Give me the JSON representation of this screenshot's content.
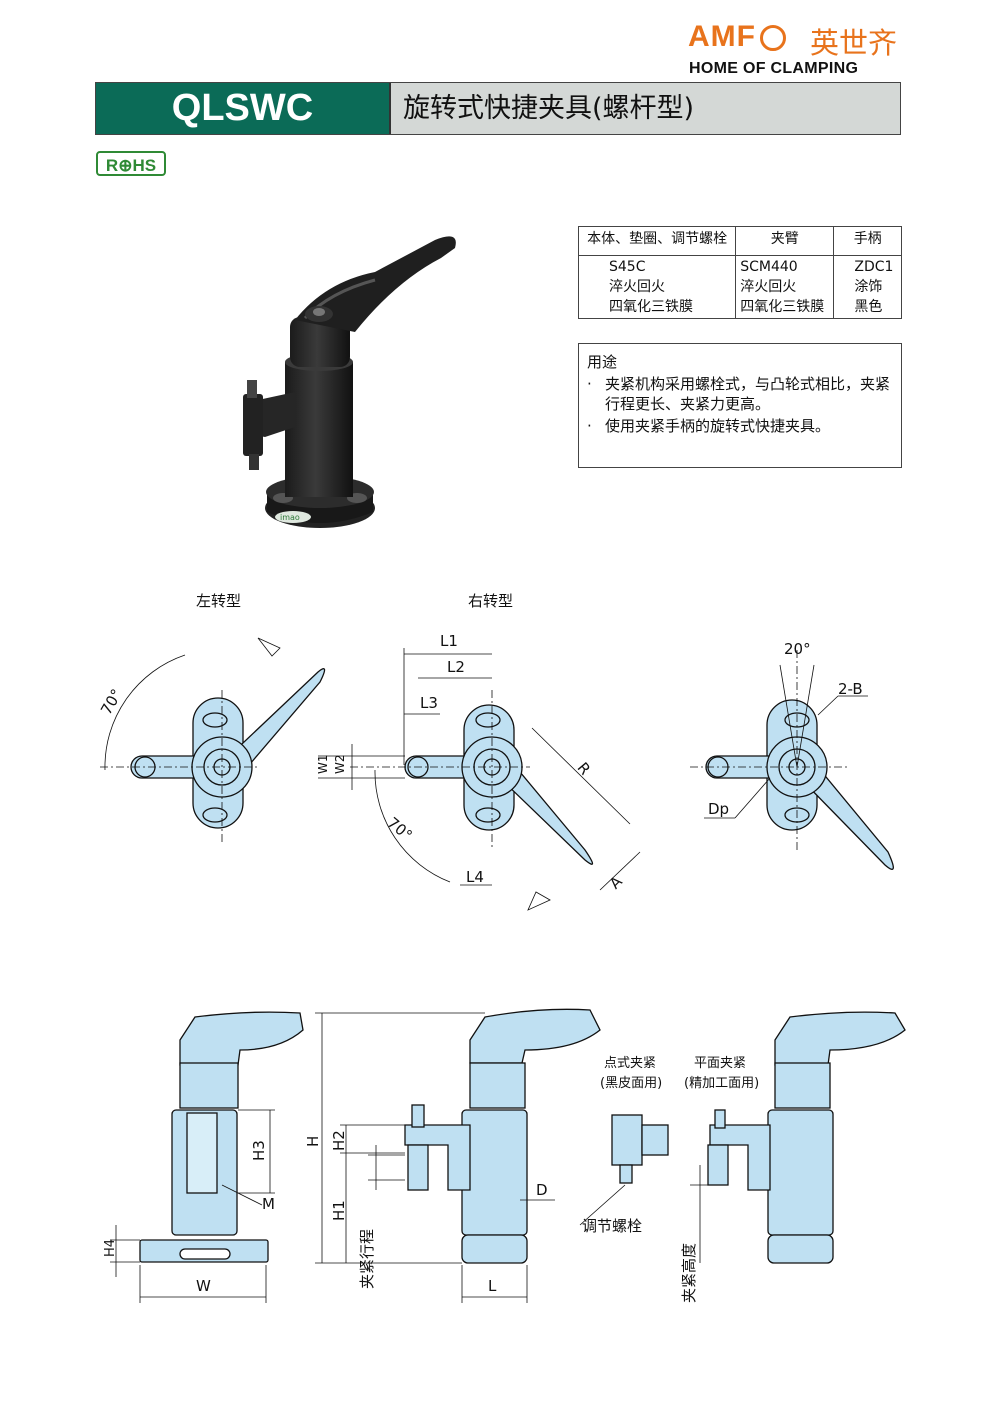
{
  "header": {
    "logo_text": "AMF",
    "logo_cn": "英世齐",
    "tagline": "HOME OF CLAMPING",
    "model": "QLSWC",
    "product_name": "旋转式快捷夹具(螺杆型)",
    "rohs": "R⊕HS"
  },
  "materials": {
    "headers": [
      "本体、垫圈、调节螺栓",
      "夹臂",
      "手柄"
    ],
    "cells": [
      [
        "S45C",
        "SCM440",
        "ZDC1"
      ],
      [
        "淬火回火",
        "淬火回火",
        "涂饰"
      ],
      [
        "四氧化三铁膜",
        "四氧化三铁膜",
        "黑色"
      ]
    ]
  },
  "usage": {
    "title": "用途",
    "items": [
      "夹紧机构采用螺栓式，与凸轮式相比，夹紧行程更长、夹紧力更高。",
      "使用夹紧手柄的旋转式快捷夹具。"
    ]
  },
  "photo": {
    "badge": "imao"
  },
  "top_views": {
    "left_label": "左转型",
    "right_label": "右转型",
    "angle_70": "70°",
    "angle_20": "20°",
    "dims": [
      "L1",
      "L2",
      "L3",
      "L4",
      "W1",
      "W2",
      "R",
      "A",
      "2-B",
      "Dp"
    ]
  },
  "side_views": {
    "dims": [
      "H",
      "H1",
      "H2",
      "H3",
      "H4",
      "M",
      "W",
      "L",
      "D"
    ],
    "stroke": "夹紧行程",
    "clamp_height": "夹紧高度",
    "point_clamp": "点式夹紧",
    "point_clamp_sub": "(黑皮面用)",
    "flat_clamp": "平面夹紧",
    "flat_clamp_sub": "(精加工面用)",
    "adjust_bolt": "调节螺栓"
  },
  "colors": {
    "brand_orange": "#e8731c",
    "brand_green": "#0b6b57",
    "part_fill": "#bfe0f2"
  }
}
